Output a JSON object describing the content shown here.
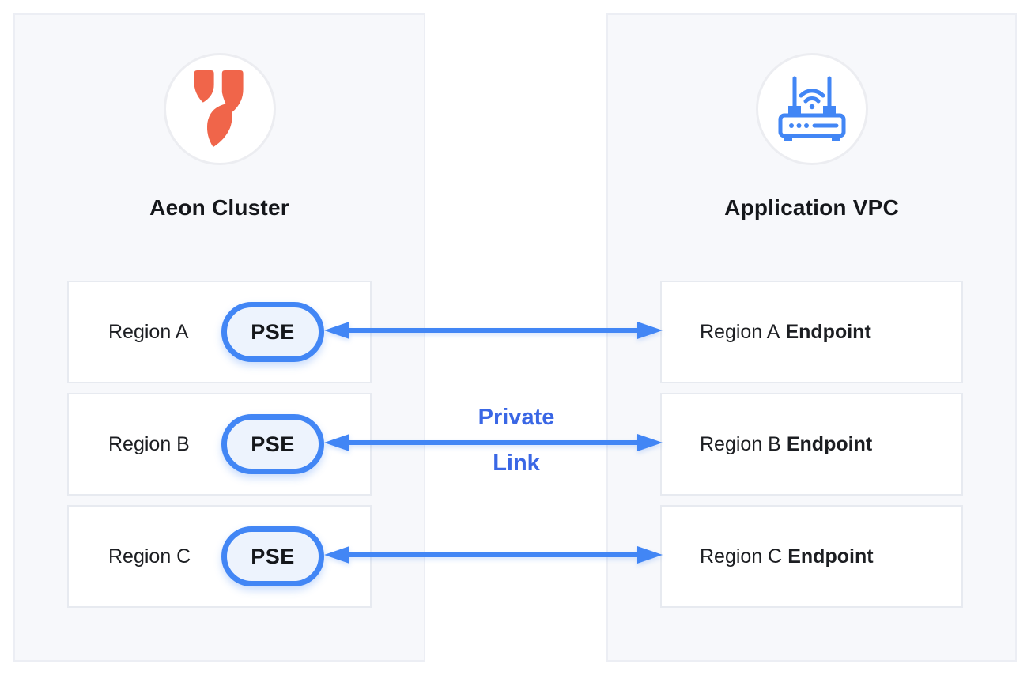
{
  "colors": {
    "accent_blue": "#4286f5",
    "link_label_blue": "#3a67e5",
    "logo_orange": "#f0654a",
    "panel_bg": "#f7f8fb",
    "pill_bg": "#edf3fd"
  },
  "left_panel": {
    "title": "Aeon Cluster",
    "icon": "aeon-logo-icon",
    "rows": [
      {
        "label": "Region A",
        "badge": "PSE"
      },
      {
        "label": "Region B",
        "badge": "PSE"
      },
      {
        "label": "Region C",
        "badge": "PSE"
      }
    ]
  },
  "right_panel": {
    "title": "Application VPC",
    "icon": "router-icon",
    "rows": [
      {
        "label": "Region A",
        "bold": "Endpoint"
      },
      {
        "label": "Region B",
        "bold": "Endpoint"
      },
      {
        "label": "Region C",
        "bold": "Endpoint"
      }
    ]
  },
  "link_label": {
    "line1": "Private",
    "line2": "Link"
  },
  "connections": {
    "count": 3,
    "type": "bidirectional-arrow"
  }
}
